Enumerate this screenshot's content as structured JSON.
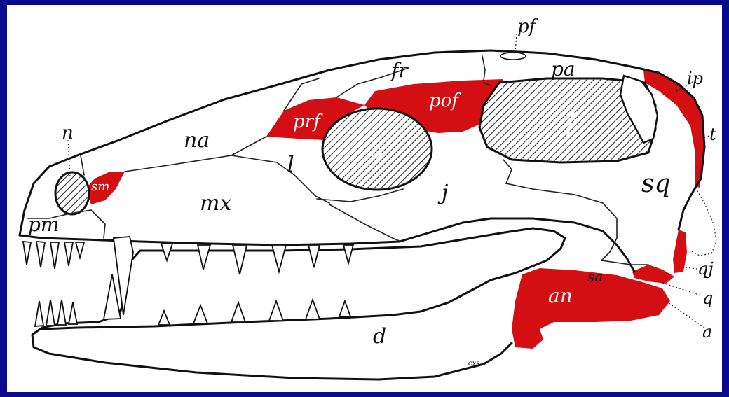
{
  "colors": {
    "frame": "#0a0a8c",
    "paper": "#ffffff",
    "highlight": "#d40f14",
    "ink": "#111111"
  },
  "labels": {
    "pf": "pf",
    "fr": "fr",
    "pa": "pa",
    "ip": "ip",
    "t": "t",
    "na": "na",
    "prf": "prf",
    "pof": "pof",
    "o": "o",
    "f": "f",
    "n": "n",
    "sm": "sm",
    "l": "l",
    "j": "j",
    "mx": "mx",
    "pm": "pm",
    "sq": "sq",
    "qj": "qj",
    "sa": "sa",
    "an": "an",
    "q": "q",
    "a": "a",
    "d": "d",
    "signature": "cxs"
  }
}
